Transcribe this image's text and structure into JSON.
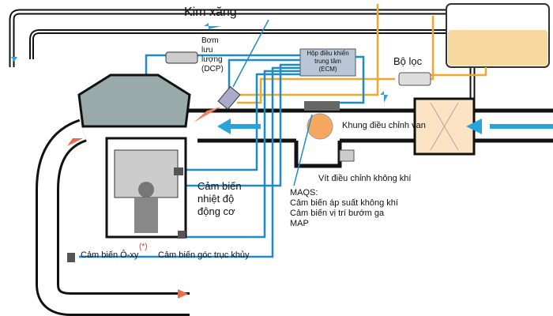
{
  "labels": {
    "kim_xang": "Kim xăng",
    "bom_luu_luong": [
      "Bơm",
      "lưu",
      "lượng",
      "(DCP)"
    ],
    "ecm": [
      "Hộp điều khiển",
      "trung tâm",
      "(ECM)"
    ],
    "bo_loc": "Bộ lọc",
    "khung_dieu_chinh_van": "Khung điều chỉnh van",
    "vit_dieu_chinh": "Vít điều chỉnh không khí",
    "maqs": [
      "MAQS:",
      "Cảm biến áp suất không khí",
      "Cảm biến vị trí bướm ga",
      "MAP"
    ],
    "cam_bien_nhiet_do": [
      "Cảm biến",
      "nhiệt độ",
      "động cơ"
    ],
    "cam_bien_oxy": "Cảm biến Ô-xy",
    "oxy_marker": "(*)",
    "cam_bien_goc": "Cảm biến góc trục khủy"
  },
  "colors": {
    "signal_wire": "#1f8ac8",
    "fuel_line": "#f0a830",
    "pipe": "#111111",
    "arrow_air": "#29a3dc",
    "arrow_exhaust": "#f06a4a",
    "fuel": "#f7d9a0"
  }
}
